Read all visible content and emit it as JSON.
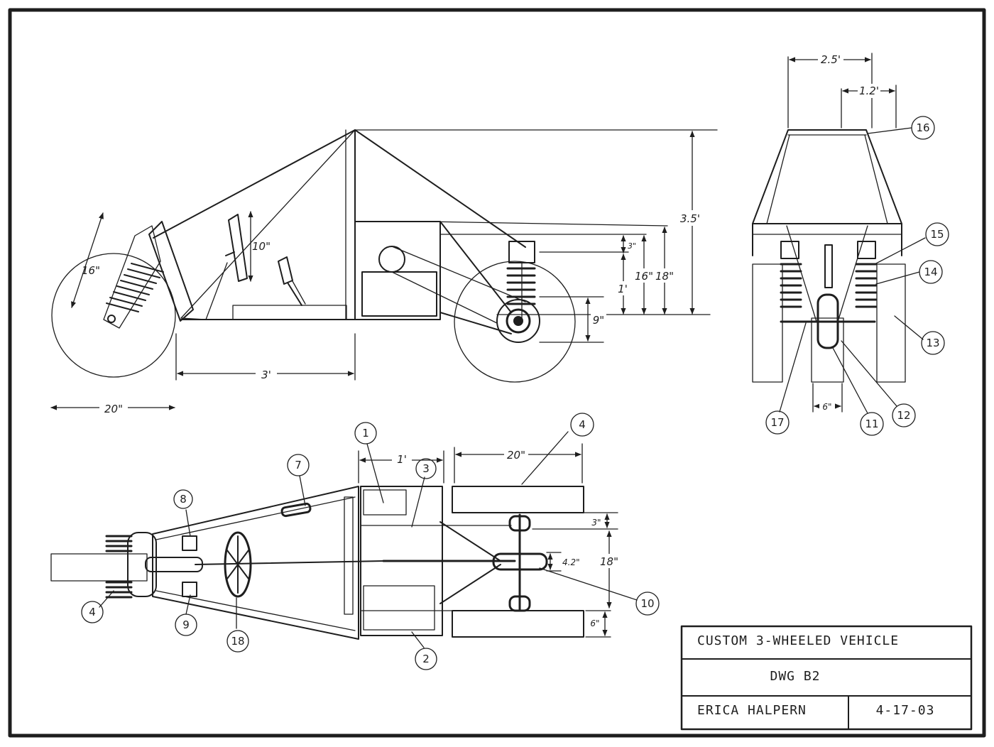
{
  "title_block": {
    "title": "CUSTOM 3-WHEELED VEHICLE",
    "drawing_no": "DWG B2",
    "author": "ERICA HALPERN",
    "date": "4-17-03"
  },
  "side_view_dims": {
    "wheel_dia": "20\"",
    "shock_len": "16\"",
    "seat_len": "10\"",
    "wheelbase": "3'",
    "rear_3": "3\"",
    "rear_1ft": "1'",
    "rear_16": "16\"",
    "rear_18": "18\"",
    "overall_height": "3.5'",
    "axle_9": "9\""
  },
  "top_view_dims": {
    "box_len": "1'",
    "wheel_len": "20\"",
    "offset_3": "3\"",
    "hub_42": "4.2\"",
    "track_18": "18\"",
    "wheel_w_6": "6\""
  },
  "rear_view_dims": {
    "width_25": "2.5'",
    "half_12": "1.2'",
    "wheel_w_6": "6\""
  },
  "callouts": {
    "c1": "1",
    "c2": "2",
    "c3": "3",
    "c4_top": "4",
    "c4_left": "4",
    "c7": "7",
    "c8": "8",
    "c9": "9",
    "c10": "10",
    "c11": "11",
    "c12": "12",
    "c13": "13",
    "c14": "14",
    "c15": "15",
    "c16": "16",
    "c17": "17",
    "c18": "18"
  }
}
